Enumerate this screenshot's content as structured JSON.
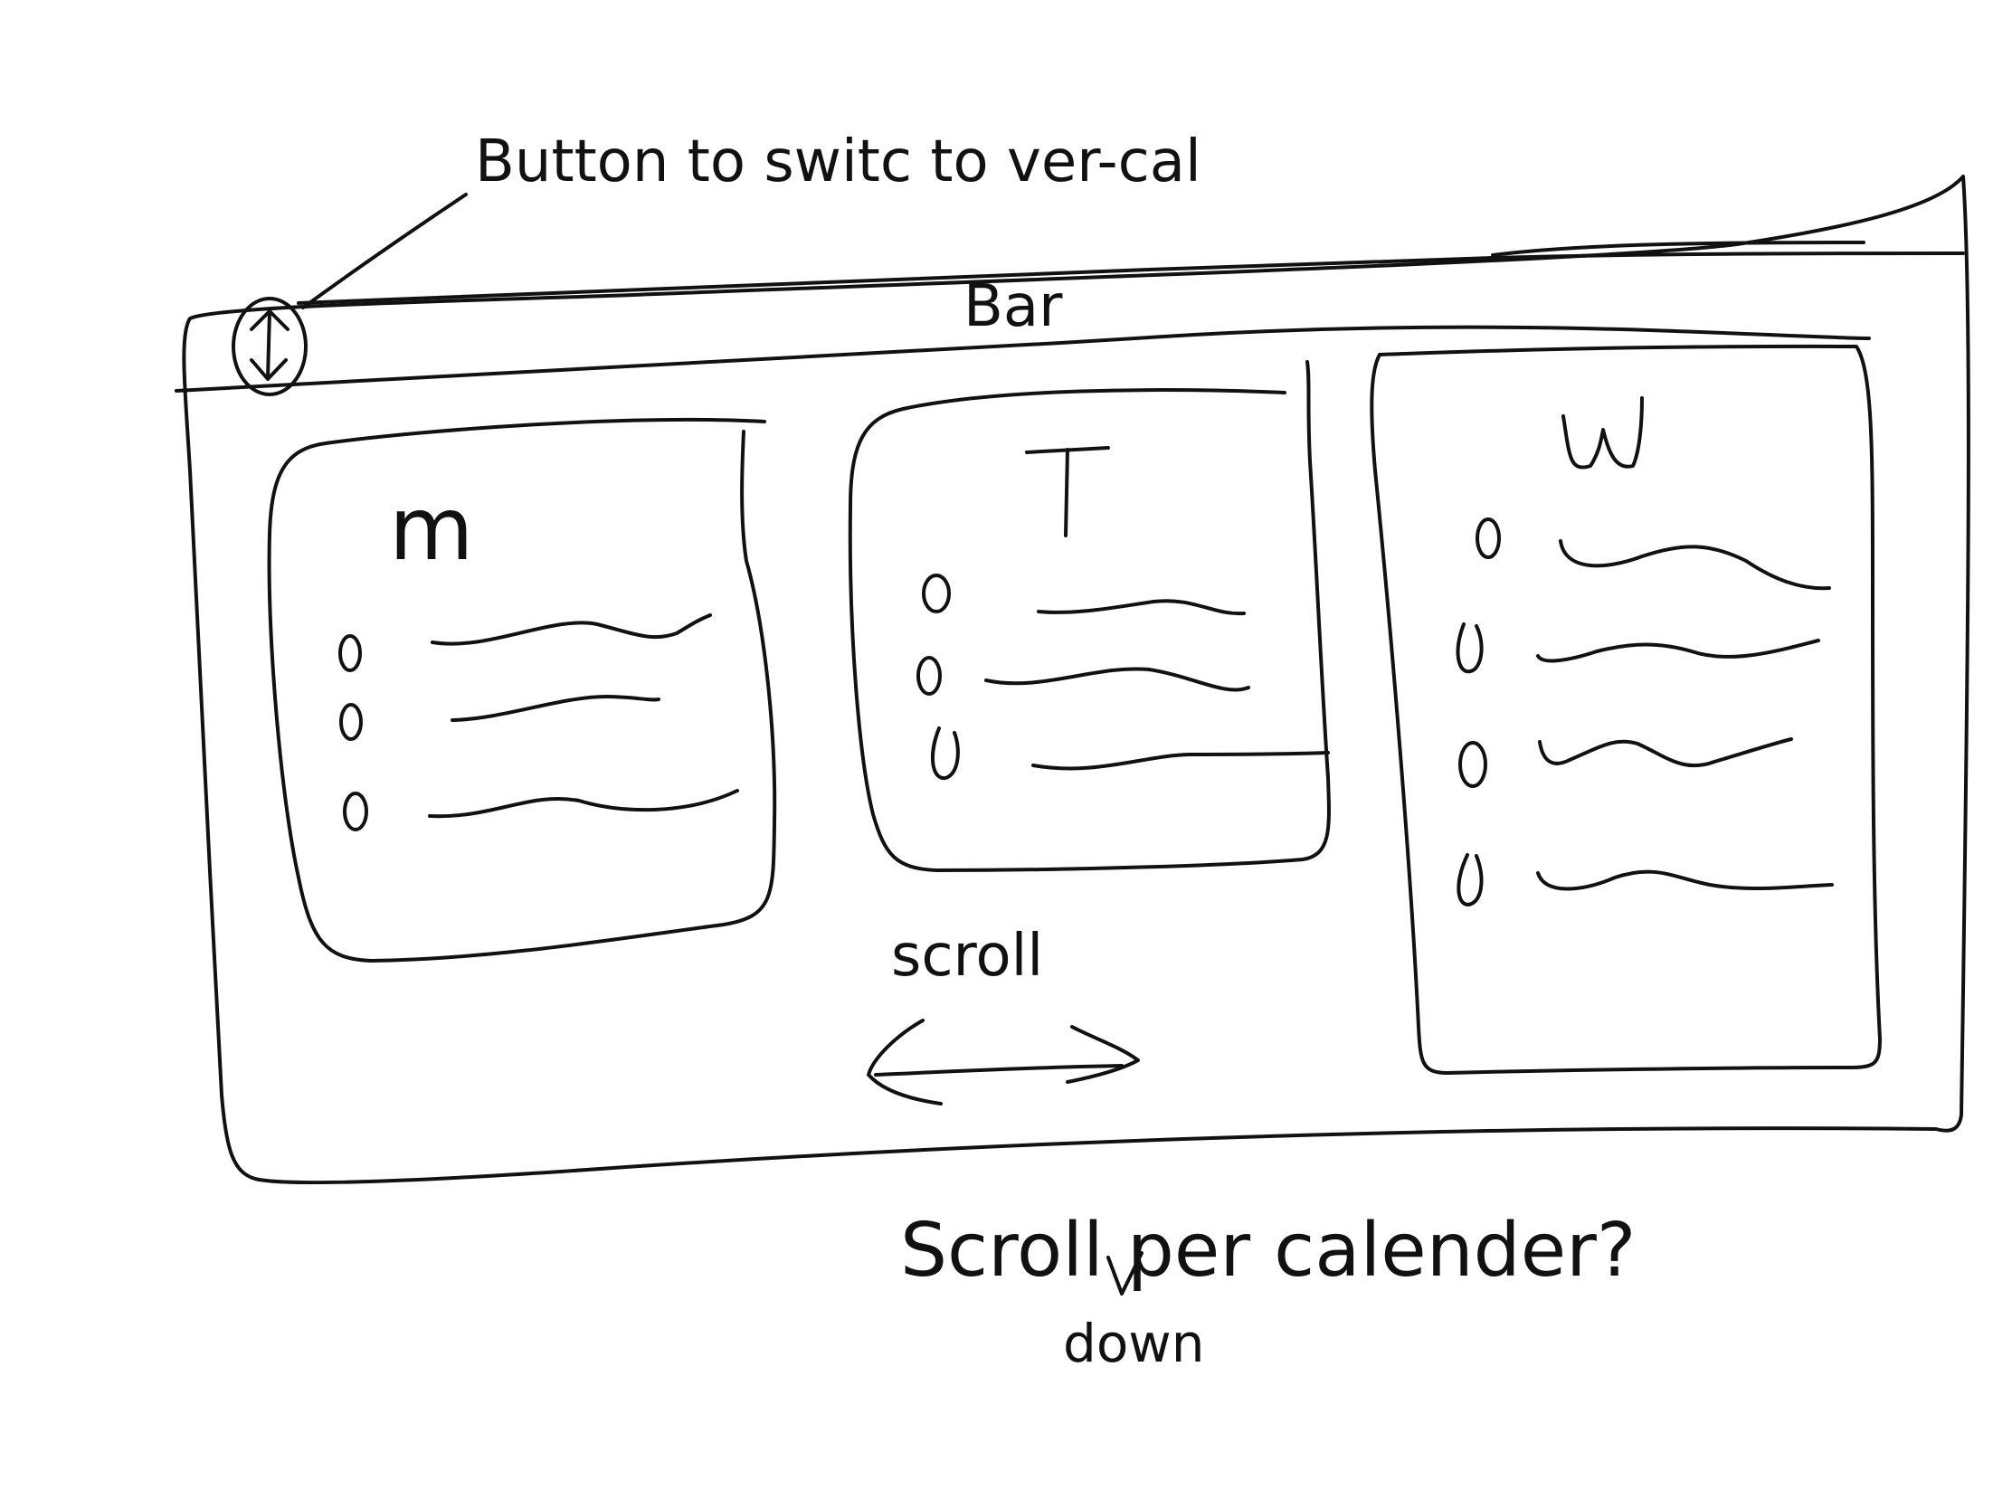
{
  "annotations": {
    "top_note": "Button to switc to ver-cal",
    "calendar_note": "Scroll per calender?",
    "calendar_down_note": "down"
  },
  "app_bar": {
    "label": "Bar",
    "toggle_icon": "up-down-arrow-icon"
  },
  "days": [
    {
      "label": "m",
      "item_count": 3
    },
    {
      "label": "T",
      "item_count": 3
    },
    {
      "label": "W",
      "item_count": 4
    }
  ],
  "scroll_hint": {
    "label": "scroll",
    "icon": "left-right-arrow-icon"
  }
}
